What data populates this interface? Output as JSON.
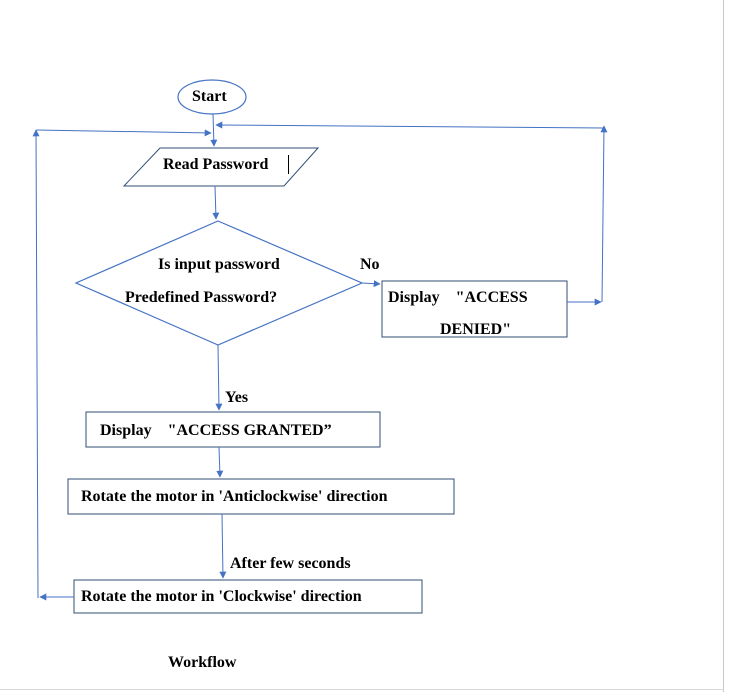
{
  "flowchart": {
    "start": "Start",
    "read_password": "Read Password",
    "decision_line1": "Is input password",
    "decision_line2": "Predefined Password?",
    "no_label": "No",
    "denied_line1": "Display    \"ACCESS",
    "denied_line2": "DENIED\"",
    "yes_label": "Yes",
    "granted": "Display    \"ACCESS GRANTED”",
    "rotate_anticlockwise": "Rotate the motor in 'Anticlockwise' direction",
    "after_few_seconds": "After few seconds",
    "rotate_clockwise": "Rotate the motor in 'Clockwise' direction",
    "caption": "Workflow"
  },
  "colors": {
    "shape_stroke": "#4472c4",
    "box_stroke": "#2f4f73",
    "text": "#000000"
  }
}
